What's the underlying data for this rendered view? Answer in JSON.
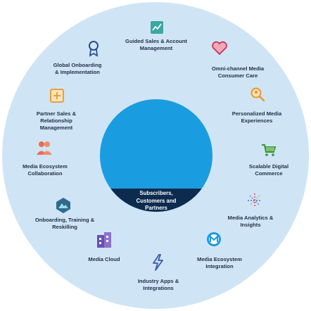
{
  "colors": {
    "ring": "#cfe5f5",
    "center": "#1a9ce0",
    "center_band": "#0d2b4f",
    "text": "#20304a"
  },
  "center": {
    "label": "Subscribers,\nCustomers and\nPartners"
  },
  "items": [
    {
      "label": "Guided Sales & Account\nManagement",
      "icon": "chart-icon"
    },
    {
      "label": "Omni-channel Media\nConsumer Care",
      "icon": "heart-icon"
    },
    {
      "label": "Personalized Media\nExperiences",
      "icon": "search-person-icon"
    },
    {
      "label": "Scalable Digital\nCommerce",
      "icon": "shopping-cart-icon"
    },
    {
      "label": "Media Analytics &\nInsights",
      "icon": "sparkle-icon"
    },
    {
      "label": "Media Ecosystem\nIntegration",
      "icon": "mulesoft-icon"
    },
    {
      "label": "Industry Apps &\nIntegrations",
      "icon": "lightning-icon"
    },
    {
      "label": "Media Cloud",
      "icon": "building-icon"
    },
    {
      "label": "Onboarding, Training &\nReskilling",
      "icon": "trailhead-icon"
    },
    {
      "label": "Media Ecosystem\nCollaboration",
      "icon": "people-icon"
    },
    {
      "label": "Partner Sales &\nRelationship\nManagement",
      "icon": "add-document-icon"
    },
    {
      "label": "Global Onboarding\n& Implementation",
      "icon": "badge-icon"
    }
  ]
}
